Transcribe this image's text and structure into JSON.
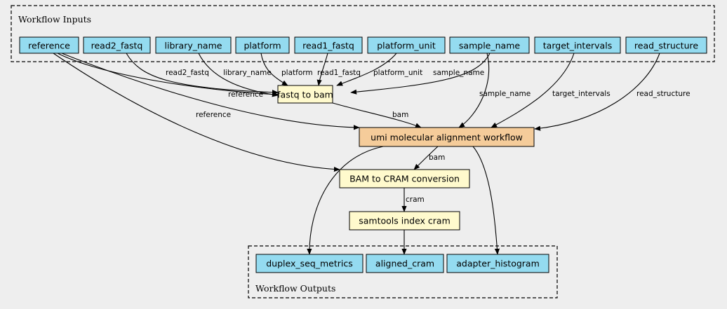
{
  "colors": {
    "background": "#eeeeee",
    "input_fill": "#94dbf0",
    "output_fill": "#94dbf0",
    "task_fill": "#fffacd",
    "workflow_fill": "#f5cc9a",
    "stroke": "#000000"
  },
  "clusters": {
    "inputs_label": "Workflow Inputs",
    "outputs_label": "Workflow Outputs"
  },
  "nodes": {
    "reference": "reference",
    "read2_fastq": "read2_fastq",
    "library_name": "library_name",
    "platform": "platform",
    "read1_fastq": "read1_fastq",
    "platform_unit": "platform_unit",
    "sample_name": "sample_name",
    "target_intervals": "target_intervals",
    "read_structure": "read_structure",
    "fastq_to_bam": "fastq to bam",
    "umi_workflow": "umi molecular alignment workflow",
    "bam_to_cram": "BAM to CRAM conversion",
    "samtools_index": "samtools index cram",
    "duplex_seq_metrics": "duplex_seq_metrics",
    "aligned_cram": "aligned_cram",
    "adapter_histogram": "adapter_histogram"
  },
  "edge_labels": {
    "read2_fastq": "read2_fastq",
    "library_name": "library_name",
    "platform": "platform",
    "read1_fastq": "read1_fastq",
    "platform_unit": "platform_unit",
    "sample_name_fq": "sample_name",
    "reference_fq": "reference",
    "reference_bam2cram": "reference",
    "bam_fq_umi": "bam",
    "sample_name_umi": "sample_name",
    "target_intervals": "target_intervals",
    "read_structure": "read_structure",
    "bam_umi_b2c": "bam",
    "cram": "cram"
  }
}
